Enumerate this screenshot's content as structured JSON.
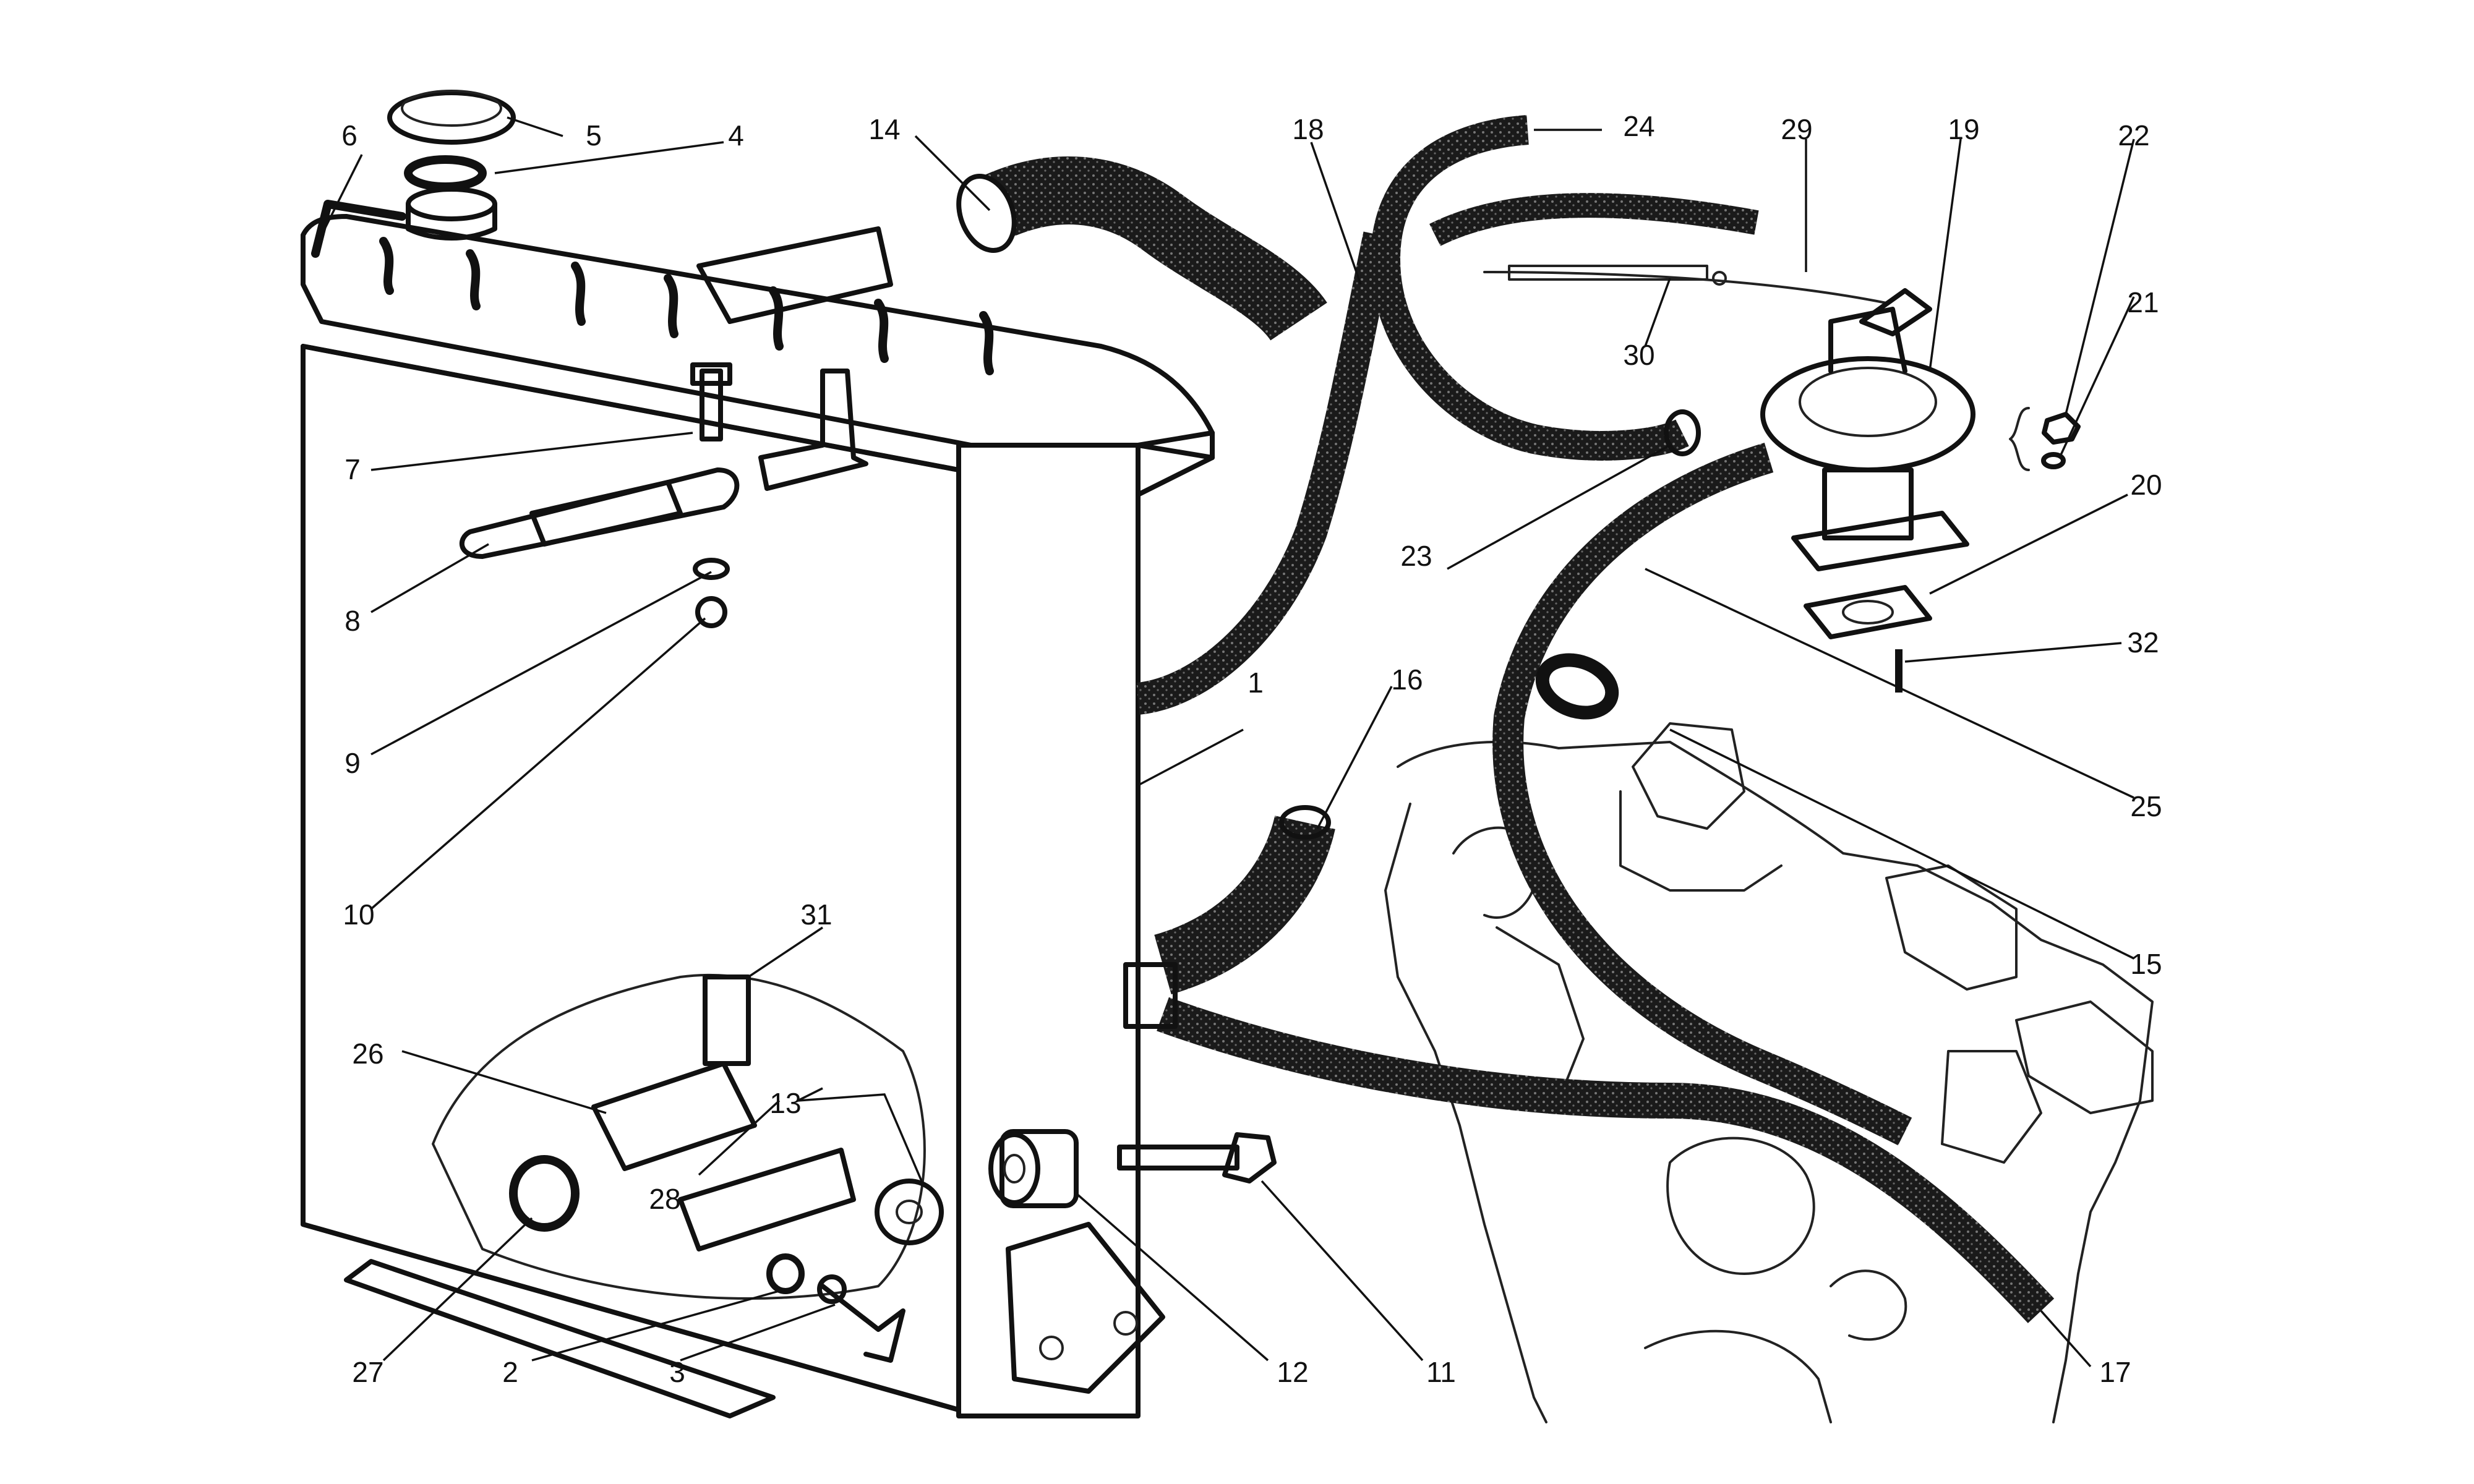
{
  "diagram": {
    "labels": [
      {
        "id": "p1",
        "text": "1"
      },
      {
        "id": "p2",
        "text": "2"
      },
      {
        "id": "p3",
        "text": "3"
      },
      {
        "id": "p4",
        "text": "4"
      },
      {
        "id": "p5",
        "text": "5"
      },
      {
        "id": "p6",
        "text": "6"
      },
      {
        "id": "p7",
        "text": "7"
      },
      {
        "id": "p8",
        "text": "8"
      },
      {
        "id": "p9",
        "text": "9"
      },
      {
        "id": "p10",
        "text": "10"
      },
      {
        "id": "p11",
        "text": "11"
      },
      {
        "id": "p12",
        "text": "12"
      },
      {
        "id": "p13",
        "text": "13"
      },
      {
        "id": "p14",
        "text": "14"
      },
      {
        "id": "p15",
        "text": "15"
      },
      {
        "id": "p16",
        "text": "16"
      },
      {
        "id": "p17",
        "text": "17"
      },
      {
        "id": "p18",
        "text": "18"
      },
      {
        "id": "p19",
        "text": "19"
      },
      {
        "id": "p20",
        "text": "20"
      },
      {
        "id": "p21",
        "text": "21"
      },
      {
        "id": "p22",
        "text": "22"
      },
      {
        "id": "p23",
        "text": "23"
      },
      {
        "id": "p24",
        "text": "24"
      },
      {
        "id": "p25",
        "text": "25"
      },
      {
        "id": "p26",
        "text": "26"
      },
      {
        "id": "p27",
        "text": "27"
      },
      {
        "id": "p28",
        "text": "28"
      },
      {
        "id": "p29",
        "text": "29"
      },
      {
        "id": "p30",
        "text": "30"
      },
      {
        "id": "p31",
        "text": "31"
      },
      {
        "id": "p32",
        "text": "32"
      }
    ]
  }
}
